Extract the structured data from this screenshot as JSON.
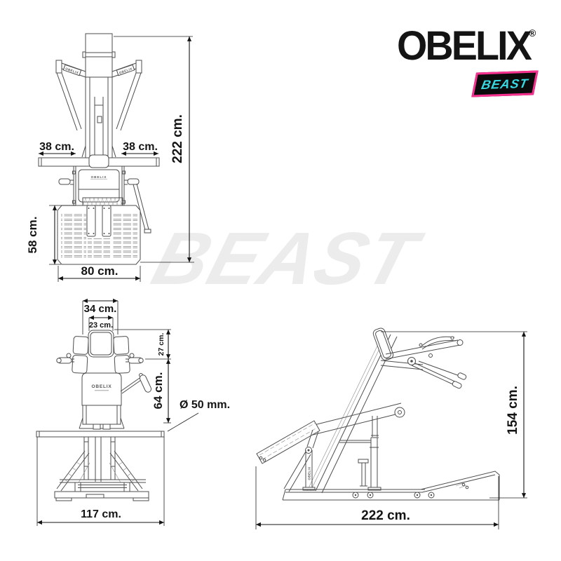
{
  "brand": {
    "name": "OBELIX",
    "registered": "®",
    "badge": "BEAST"
  },
  "watermark": "BEAST",
  "machine_label": "OBELIX",
  "colors": {
    "badge_border": "#F7318F",
    "badge_text": "#38D9E2",
    "badge_bg": "#0B0B0B",
    "drawing_line": "#4D4D4D",
    "dimension": "#141414",
    "watermark": "#ECECEC"
  },
  "views": {
    "rear": {
      "bar_left": "38 cm.",
      "bar_right": "38 cm.",
      "total_height": "222 cm.",
      "platform_height": "58 cm.",
      "platform_width": "80 cm."
    },
    "front": {
      "outer_width": "34 cm.",
      "pad_width": "23 cm.",
      "pad_height": "27 cm.",
      "column_height": "64 cm.",
      "bar_diameter": "Ø 50 mm.",
      "base_width": "117 cm."
    },
    "side": {
      "height": "154 cm.",
      "length": "222 cm."
    }
  }
}
